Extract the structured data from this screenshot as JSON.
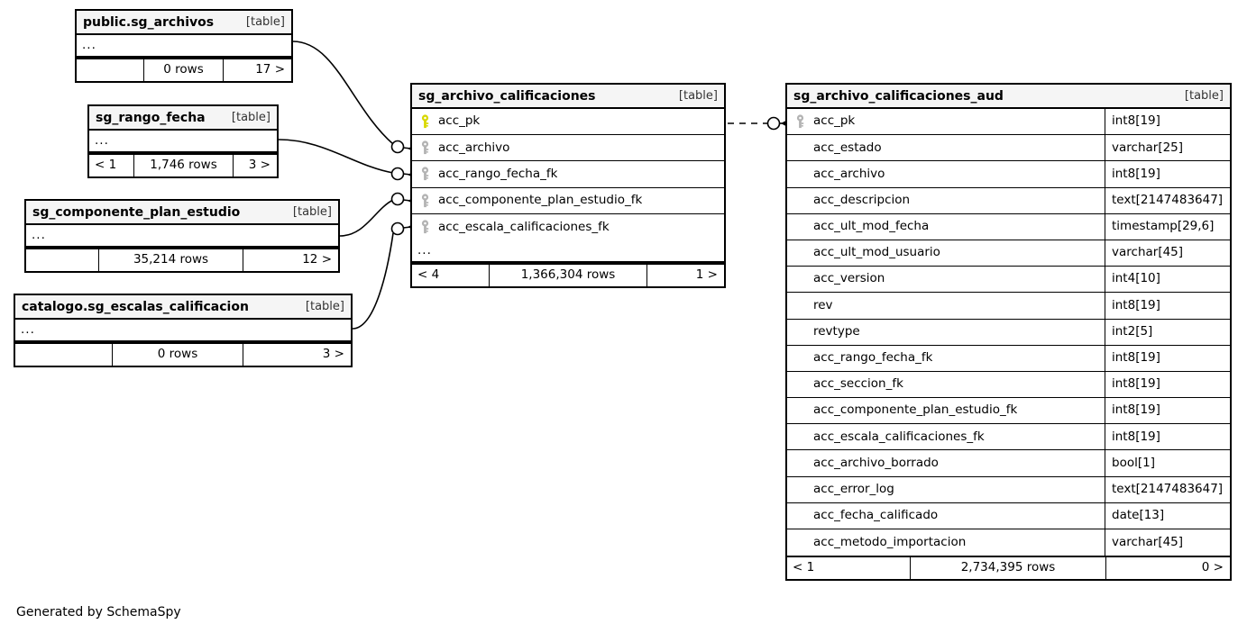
{
  "diagram": {
    "generator_note": "Generated by SchemaSpy",
    "table_tag": "[table]",
    "ellipsis": "...",
    "pk_icon": "yellow-key-icon",
    "fk_icon": "gray-key-icon",
    "colors": {
      "pk_key": "#d8d800",
      "fk_key": "#b3b3b3",
      "header_bg": "#f5f5f5",
      "border": "#000000",
      "background": "#ffffff"
    }
  },
  "tables": {
    "sg_archivos": {
      "name": "public.sg_archivos",
      "tag": "[table]",
      "columns": [],
      "has_ellipsis": true,
      "footer": {
        "left": "",
        "middle": "0 rows",
        "right": "17 >"
      }
    },
    "sg_rango_fecha": {
      "name": "sg_rango_fecha",
      "tag": "[table]",
      "columns": [],
      "has_ellipsis": true,
      "footer": {
        "left": "< 1",
        "middle": "1,746 rows",
        "right": "3 >"
      }
    },
    "sg_componente_plan_estudio": {
      "name": "sg_componente_plan_estudio",
      "tag": "[table]",
      "columns": [],
      "has_ellipsis": true,
      "footer": {
        "left": "",
        "middle": "35,214 rows",
        "right": "12 >"
      }
    },
    "sg_escalas_calificacion": {
      "name": "catalogo.sg_escalas_calificacion",
      "tag": "[table]",
      "columns": [],
      "has_ellipsis": true,
      "footer": {
        "left": "",
        "middle": "0 rows",
        "right": "3 >"
      }
    },
    "sg_archivo_calificaciones": {
      "name": "sg_archivo_calificaciones",
      "tag": "[table]",
      "columns": [
        {
          "name": "acc_pk",
          "key": "pk",
          "type": ""
        },
        {
          "name": "acc_archivo",
          "key": "fk",
          "type": ""
        },
        {
          "name": "acc_rango_fecha_fk",
          "key": "fk",
          "type": ""
        },
        {
          "name": "acc_componente_plan_estudio_fk",
          "key": "fk",
          "type": ""
        },
        {
          "name": "acc_escala_calificaciones_fk",
          "key": "fk",
          "type": ""
        }
      ],
      "has_ellipsis": true,
      "footer": {
        "left": "< 4",
        "middle": "1,366,304 rows",
        "right": "1 >"
      }
    },
    "sg_archivo_calificaciones_aud": {
      "name": "sg_archivo_calificaciones_aud",
      "tag": "[table]",
      "columns": [
        {
          "name": "acc_pk",
          "key": "fk",
          "type": "int8[19]"
        },
        {
          "name": "acc_estado",
          "key": "none",
          "type": "varchar[25]"
        },
        {
          "name": "acc_archivo",
          "key": "none",
          "type": "int8[19]"
        },
        {
          "name": "acc_descripcion",
          "key": "none",
          "type": "text[2147483647]"
        },
        {
          "name": "acc_ult_mod_fecha",
          "key": "none",
          "type": "timestamp[29,6]"
        },
        {
          "name": "acc_ult_mod_usuario",
          "key": "none",
          "type": "varchar[45]"
        },
        {
          "name": "acc_version",
          "key": "none",
          "type": "int4[10]"
        },
        {
          "name": "rev",
          "key": "none",
          "type": "int8[19]"
        },
        {
          "name": "revtype",
          "key": "none",
          "type": "int2[5]"
        },
        {
          "name": "acc_rango_fecha_fk",
          "key": "none",
          "type": "int8[19]"
        },
        {
          "name": "acc_seccion_fk",
          "key": "none",
          "type": "int8[19]"
        },
        {
          "name": "acc_componente_plan_estudio_fk",
          "key": "none",
          "type": "int8[19]"
        },
        {
          "name": "acc_escala_calificaciones_fk",
          "key": "none",
          "type": "int8[19]"
        },
        {
          "name": "acc_archivo_borrado",
          "key": "none",
          "type": "bool[1]"
        },
        {
          "name": "acc_error_log",
          "key": "none",
          "type": "text[2147483647]"
        },
        {
          "name": "acc_fecha_calificado",
          "key": "none",
          "type": "date[13]"
        },
        {
          "name": "acc_metodo_importacion",
          "key": "none",
          "type": "varchar[45]"
        }
      ],
      "has_ellipsis": false,
      "footer": {
        "left": "< 1",
        "middle": "2,734,395 rows",
        "right": "0 >"
      }
    }
  },
  "relationships": [
    {
      "from": "sg_archivos",
      "to": "sg_archivo_calificaciones.acc_archivo",
      "style": "solid"
    },
    {
      "from": "sg_rango_fecha",
      "to": "sg_archivo_calificaciones.acc_rango_fecha_fk",
      "style": "solid"
    },
    {
      "from": "sg_componente_plan_estudio",
      "to": "sg_archivo_calificaciones.acc_componente_plan_estudio_fk",
      "style": "solid"
    },
    {
      "from": "sg_escalas_calificacion",
      "to": "sg_archivo_calificaciones.acc_escala_calificaciones_fk",
      "style": "solid"
    },
    {
      "from": "sg_archivo_calificaciones.acc_pk",
      "to": "sg_archivo_calificaciones_aud.acc_pk",
      "style": "dashed"
    }
  ]
}
